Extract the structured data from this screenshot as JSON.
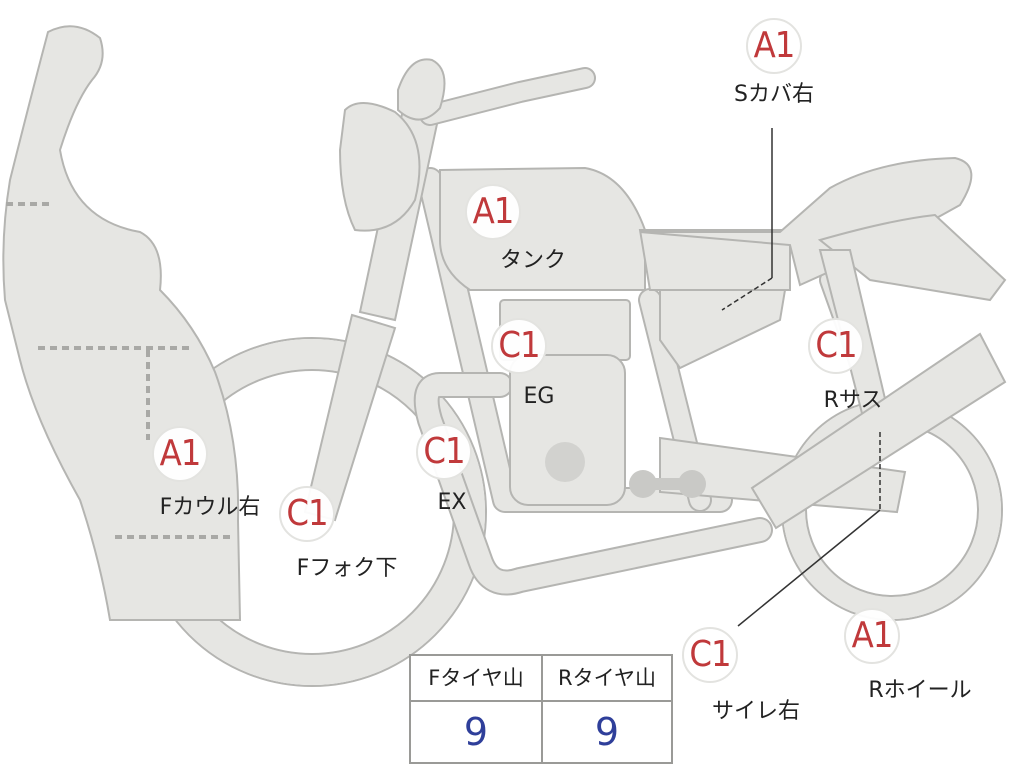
{
  "colors": {
    "grade": "#c0393b",
    "body": "#e6e6e3",
    "outline": "#b5b5b2",
    "value": "#2f3f9a"
  },
  "callouts": {
    "s_cover_right": {
      "grade": "A1",
      "label": "Sカバ右"
    },
    "tank": {
      "grade": "A1",
      "label": "タンク"
    },
    "engine": {
      "grade": "C1",
      "label": "EG"
    },
    "rear_suspension": {
      "grade": "C1",
      "label": "Rサス"
    },
    "front_cowl_right": {
      "grade": "A1",
      "label": "Fカウル右"
    },
    "front_fork_lower": {
      "grade": "C1",
      "label": "Fフォク下"
    },
    "exhaust": {
      "grade": "C1",
      "label": "EX"
    },
    "silencer_right": {
      "grade": "C1",
      "label": "サイレ右"
    },
    "rear_wheel": {
      "grade": "A1",
      "label": "Rホイール"
    }
  },
  "tread_table": {
    "headers": [
      "Fタイヤ山",
      "Rタイヤ山"
    ],
    "values": [
      "9",
      "9"
    ]
  }
}
